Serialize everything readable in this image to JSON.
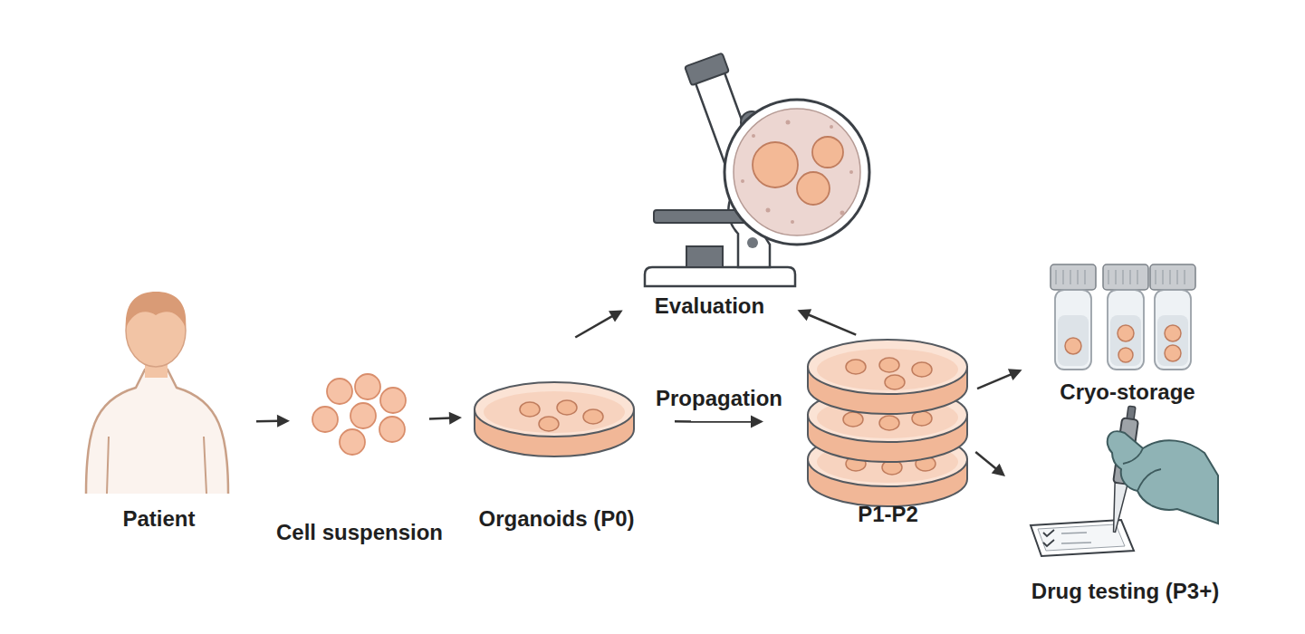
{
  "diagram": {
    "nodes": [
      {
        "text": [
          "Patient"
        ]
      },
      {
        "text": [
          "Cell suspension"
        ]
      },
      {
        "text": [
          "Organoids (P0)"
        ]
      },
      {
        "text": [
          "Evaluation"
        ]
      },
      {
        "text": [
          "P1-P2"
        ]
      },
      {
        "text": [
          "Cryo-storage"
        ]
      },
      {
        "text": [
          "Drug testing (P3+)"
        ]
      }
    ],
    "edges": [
      {
        "from": 0,
        "to": 1,
        "arrow": "to"
      },
      {
        "from": 1,
        "to": 2,
        "arrow": "to"
      },
      {
        "from": 2,
        "to": 4,
        "label": "Propagation",
        "arrow": "to"
      },
      {
        "from": 2,
        "to": 3,
        "arrow": "to"
      },
      {
        "from": 4,
        "to": 3,
        "arrow": "to"
      },
      {
        "from": 4,
        "to": 5,
        "arrow": "to"
      },
      {
        "from": 4,
        "to": 6,
        "arrow": "to"
      }
    ]
  }
}
